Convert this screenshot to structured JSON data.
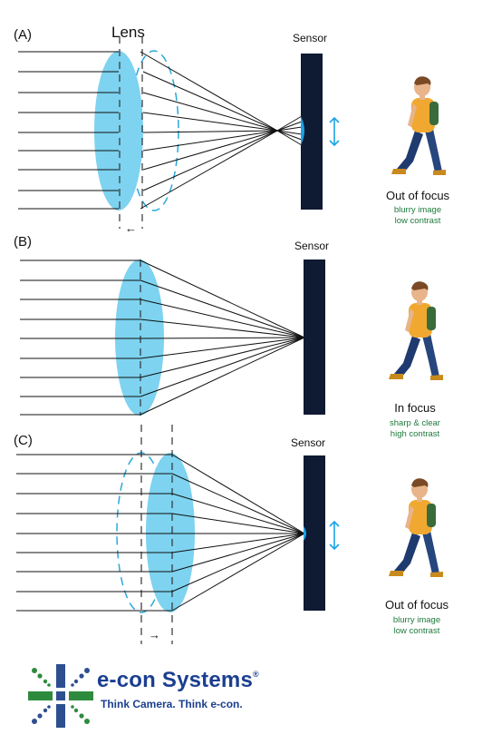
{
  "panels": [
    {
      "tag": "(A)",
      "lens_label": "Lens",
      "sensor_label": "Sensor",
      "shift_arrow": "←",
      "status": "Out of focus",
      "detail_1": "blurry image",
      "detail_2": "low contrast"
    },
    {
      "tag": "(B)",
      "sensor_label": "Sensor",
      "status": "In focus",
      "detail_1": "sharp & clear",
      "detail_2": "high contrast"
    },
    {
      "tag": "(C)",
      "sensor_label": "Sensor",
      "shift_arrow": "→",
      "status": "Out of focus",
      "detail_1": "blurry image",
      "detail_2": "low contrast"
    }
  ],
  "brand": {
    "name": "e-con Systems",
    "registered": "®",
    "tagline": "Think Camera. Think e-con."
  },
  "colors": {
    "lens": "#7dd3f0",
    "sensor": "#0f1a33",
    "spot": "#1aa3e8",
    "status_detail": "#1e7a3c",
    "brand": "#1b3f8f",
    "logo_green": "#2e8b3d"
  },
  "icons": [
    "walking-person-icon",
    "vertical-double-arrow-icon",
    "econ-logo-icon"
  ]
}
